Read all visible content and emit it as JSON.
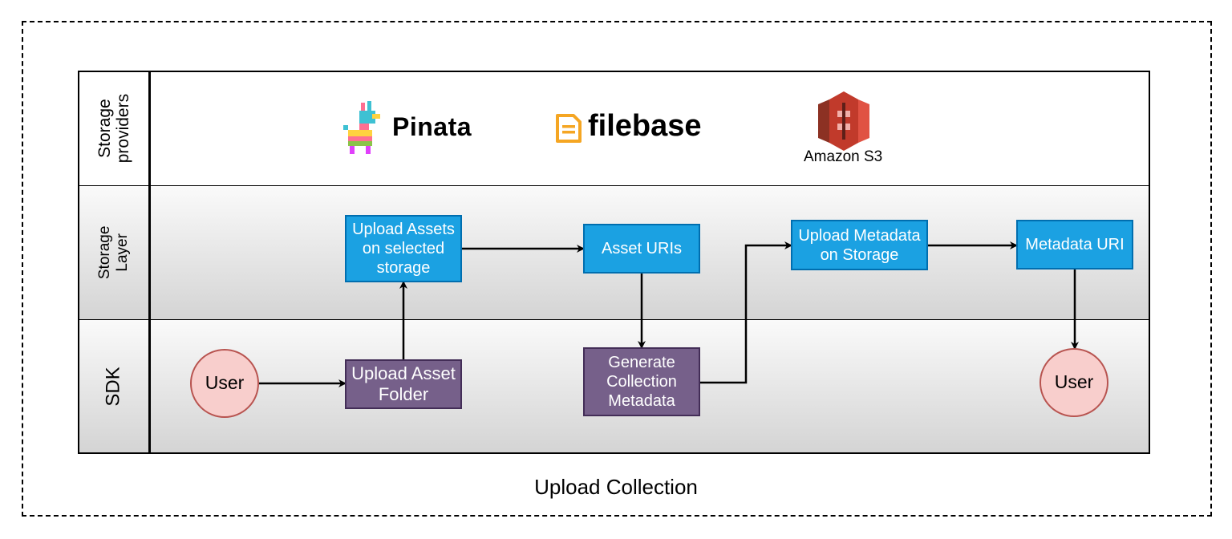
{
  "caption": "Upload Collection",
  "lanes": {
    "storage_providers": "Storage providers",
    "storage_layer": "Storage Layer",
    "sdk": "SDK"
  },
  "providers": {
    "pinata": "Pinata",
    "filebase": "filebase",
    "amazon_s3": "Amazon S3"
  },
  "nodes": {
    "user_start": "User",
    "upload_asset_folder": "Upload Asset Folder",
    "upload_assets": "Upload Assets on selected storage",
    "asset_uris": "Asset URIs",
    "generate_metadata": "Generate Collection Metadata",
    "upload_metadata": "Upload Metadata on Storage",
    "metadata_uri": "Metadata URI",
    "user_end": "User"
  },
  "colors": {
    "storage_node_fill": "#1ba1e2",
    "sdk_node_fill": "#76608a",
    "user_fill": "#f8cecc",
    "user_stroke": "#b85450",
    "pinata_accent": "#ff6f91",
    "filebase_accent": "#f5a623",
    "s3_accent": "#e05243"
  }
}
